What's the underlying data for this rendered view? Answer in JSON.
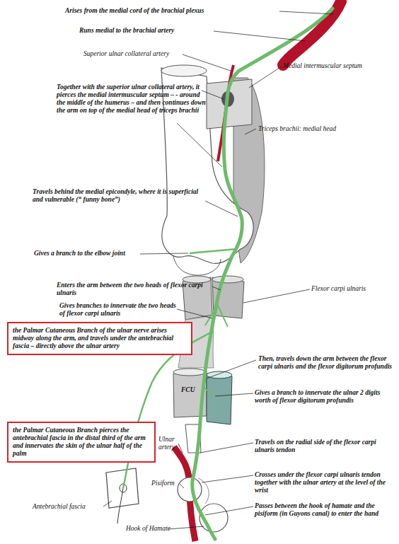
{
  "diagram": {
    "nodes": [
      {
        "text": [
          "the Palmar Cutaneous Branch of the ulnar nerve arises midway along the arm, and travels under the antebrachial fascia – directly above the ulnar artery"
        ]
      },
      {
        "text": [
          "the Palmar Cutaneous Branch pierces the antebrachial fascia in the distal third of the arm and innervates the skin of the ulnar half of the palm"
        ]
      }
    ],
    "labels": [
      "Arises from the medial cord of the brachial plexus",
      "Runs medial to the brachial artery",
      "Superior ulnar collateral artery",
      "Medial intermuscular septum",
      "Together with the superior ulnar collateral artery, it pierces the medial intermuscular septum – - around the middle of the humerus – and then continues down the arm on top of the medial head of triceps brachii",
      "Triceps brachii: medial head",
      "Travels behind the medial epicondyle, where it is superficial and vulnerable (“ funny bone”)",
      "Gives a branch to the elbow joint",
      "Enters the arm between the two heads of flexor carpi ulnaris",
      "Flexor carpi ulnaris",
      "Gives branches to innervate the two heads of flexor carpi ulnaris",
      "Then, travels down the arm between the flexor carpi ulnaris and the flexor digitorum profundis",
      "FCU",
      "Gives a branch to innervate the ulnar 2 digits worth of flexor digitorum profundis",
      "Ulnar artery",
      "Travels on the radial side of the flexor carpi ulnaris tendon",
      "Crosses under the flexor carpi ulnaris tendon together with the ulnar artery at the level of the wrist",
      "Pisiform",
      "Passes between the hook of hamate and the pisiform (in Guyons canal) to enter the hand",
      "Antebrachial fascia",
      "Hook of Hamate"
    ]
  }
}
